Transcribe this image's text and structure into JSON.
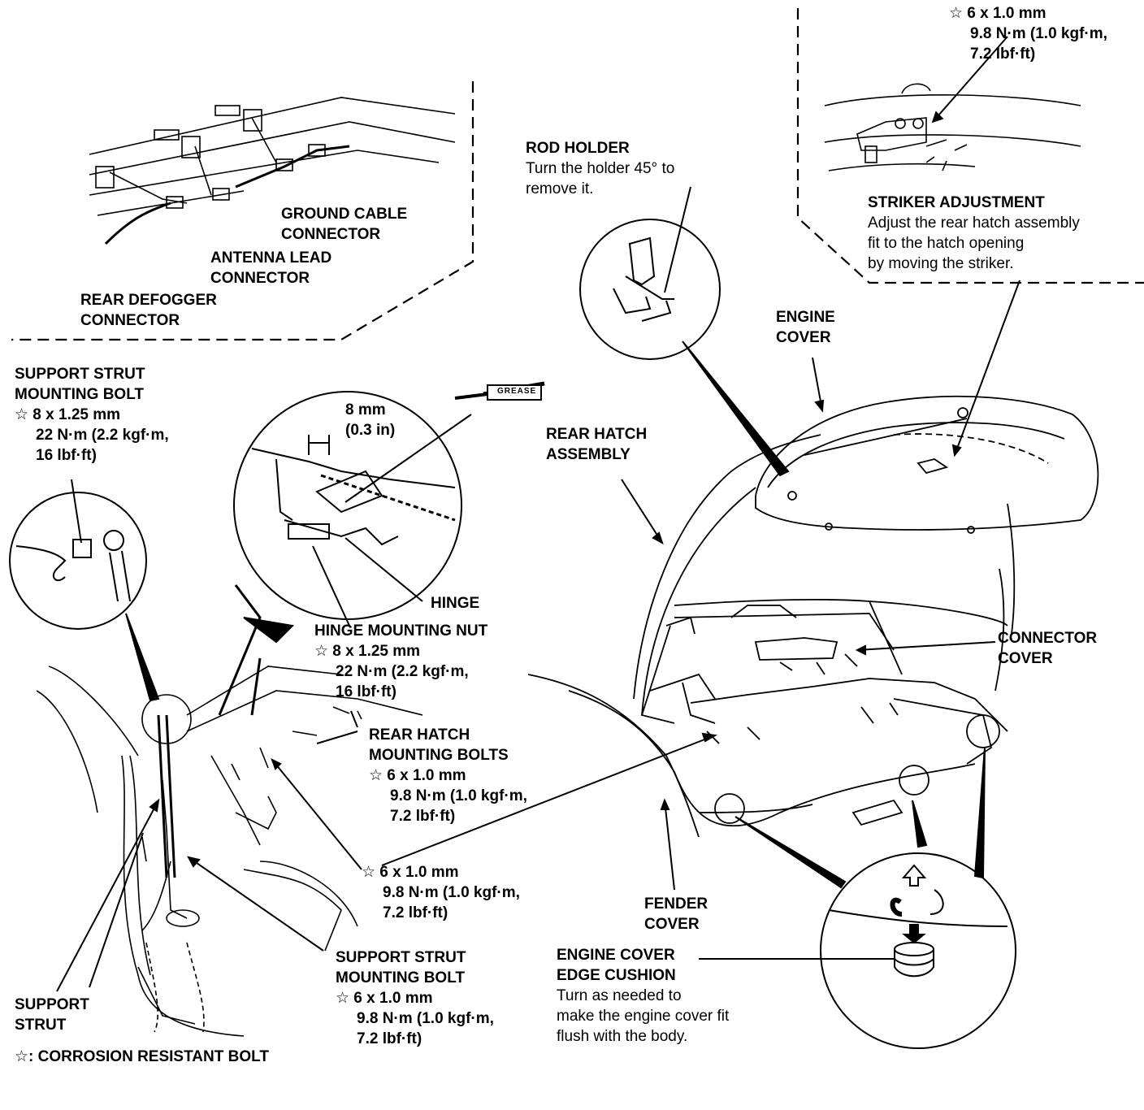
{
  "labels": {
    "striker_spec": {
      "l1": "☆ 6 x 1.0 mm",
      "l2": "9.8 N·m (1.0 kgf·m,",
      "l3": "7.2 lbf·ft)"
    },
    "rod_holder": {
      "title": "ROD HOLDER",
      "d1": "Turn the holder 45° to",
      "d2": "remove it."
    },
    "striker_adjustment": {
      "title": "STRIKER ADJUSTMENT",
      "d1": "Adjust the rear hatch assembly",
      "d2": "fit to the hatch opening",
      "d3": "by moving the striker."
    },
    "ground_cable": {
      "l1": "GROUND CABLE",
      "l2": "CONNECTOR"
    },
    "antenna_lead": {
      "l1": "ANTENNA LEAD",
      "l2": "CONNECTOR"
    },
    "rear_defogger": {
      "l1": "REAR DEFOGGER",
      "l2": "CONNECTOR"
    },
    "engine_cover": {
      "l1": "ENGINE",
      "l2": "COVER"
    },
    "support_strut_bolt_top": {
      "l1": "SUPPORT STRUT",
      "l2": "MOUNTING BOLT",
      "l3": "☆ 8 x 1.25 mm",
      "l4": "22 N·m (2.2 kgf·m,",
      "l5": "16 lbf·ft)"
    },
    "gap": {
      "l1": "8 mm",
      "l2": "(0.3 in)"
    },
    "grease": "GREASE",
    "rear_hatch_assembly": {
      "l1": "REAR HATCH",
      "l2": "ASSEMBLY"
    },
    "hinge": "HINGE",
    "hinge_nut": {
      "l1": "HINGE MOUNTING NUT",
      "l2": "☆ 8 x 1.25 mm",
      "l3": "22 N·m (2.2 kgf·m,",
      "l4": "16 lbf·ft)"
    },
    "connector_cover": {
      "l1": "CONNECTOR",
      "l2": "COVER"
    },
    "hatch_bolts": {
      "l1": "REAR HATCH",
      "l2": "MOUNTING BOLTS",
      "l3": "☆ 6 x 1.0 mm",
      "l4": "9.8 N·m (1.0 kgf·m,",
      "l5": "7.2 lbf·ft)"
    },
    "mid_spec": {
      "l1": "☆ 6 x 1.0 mm",
      "l2": "9.8 N·m (1.0 kgf·m,",
      "l3": "7.2 lbf·ft)"
    },
    "fender_cover": {
      "l1": "FENDER",
      "l2": "COVER"
    },
    "cushion": {
      "l1": "ENGINE COVER",
      "l2": "EDGE CUSHION",
      "d1": "Turn as needed to",
      "d2": "make the engine cover fit",
      "d3": "flush with the body."
    },
    "strut_bolt_bottom": {
      "l1": "SUPPORT STRUT",
      "l2": "MOUNTING BOLT",
      "l3": "☆ 6 x 1.0 mm",
      "l4": "9.8 N·m (1.0 kgf·m,",
      "l5": "7.2 lbf·ft)"
    },
    "support_strut": {
      "l1": "SUPPORT",
      "l2": "STRUT"
    },
    "legend": "☆: CORROSION RESISTANT BOLT"
  },
  "colors": {
    "ink": "#000000",
    "paper": "#ffffff"
  }
}
